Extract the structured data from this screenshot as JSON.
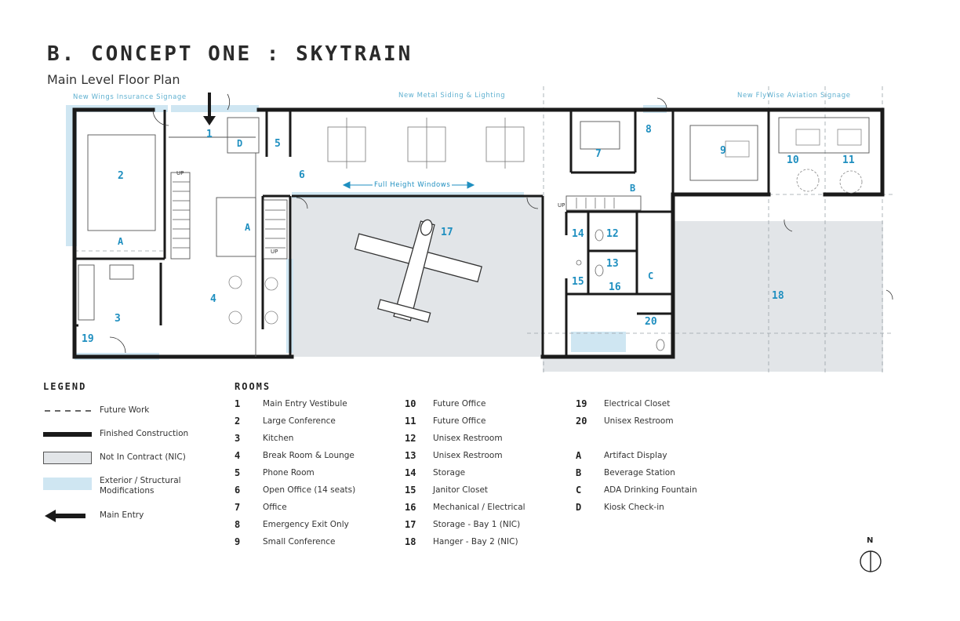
{
  "header": {
    "title": "B. CONCEPT ONE : SKYTRAIN",
    "subtitle": "Main Level Floor Plan"
  },
  "plan": {
    "callouts": {
      "signage_left": "New Wings Insurance Signage",
      "siding": "New Metal Siding & Lighting",
      "signage_right": "New FlyWise Aviation Signage",
      "windows": "Full Height Windows"
    },
    "labels": {
      "r1": "1",
      "r2": "2",
      "r3": "3",
      "r4": "4",
      "r5": "5",
      "r6": "6",
      "r7": "7",
      "r8": "8",
      "r9": "9",
      "r10": "10",
      "r11": "11",
      "r12": "12",
      "r13": "13",
      "r14": "14",
      "r15": "15",
      "r16": "16",
      "r17": "17",
      "r18": "18",
      "r19": "19",
      "r20": "20",
      "A1": "A",
      "A2": "A",
      "B": "B",
      "C": "C",
      "D": "D",
      "up": "UP"
    }
  },
  "legend": {
    "heading": "LEGEND",
    "items": [
      {
        "label": "Future Work"
      },
      {
        "label": "Finished Construction"
      },
      {
        "label": "Not In Contract (NIC)"
      },
      {
        "label": "Exterior / Structural Modifications"
      },
      {
        "label": "Main Entry"
      }
    ]
  },
  "rooms": {
    "heading": "ROOMS",
    "col1": [
      {
        "key": "1",
        "name": "Main Entry Vestibule"
      },
      {
        "key": "2",
        "name": "Large Conference"
      },
      {
        "key": "3",
        "name": "Kitchen"
      },
      {
        "key": "4",
        "name": "Break Room & Lounge"
      },
      {
        "key": "5",
        "name": "Phone Room"
      },
      {
        "key": "6",
        "name": "Open Office (14 seats)"
      },
      {
        "key": "7",
        "name": "Office"
      },
      {
        "key": "8",
        "name": "Emergency Exit Only"
      },
      {
        "key": "9",
        "name": "Small Conference"
      }
    ],
    "col2": [
      {
        "key": "10",
        "name": "Future Office"
      },
      {
        "key": "11",
        "name": "Future Office"
      },
      {
        "key": "12",
        "name": "Unisex Restroom"
      },
      {
        "key": "13",
        "name": "Unisex Restroom"
      },
      {
        "key": "14",
        "name": "Storage"
      },
      {
        "key": "15",
        "name": "Janitor Closet"
      },
      {
        "key": "16",
        "name": "Mechanical / Electrical"
      },
      {
        "key": "17",
        "name": "Storage - Bay 1 (NIC)"
      },
      {
        "key": "18",
        "name": "Hanger - Bay 2 (NIC)"
      }
    ],
    "col3": [
      {
        "key": "19",
        "name": "Electrical Closet"
      },
      {
        "key": "20",
        "name": "Unisex Restroom"
      }
    ],
    "col3_letters": [
      {
        "key": "A",
        "name": "Artifact Display"
      },
      {
        "key": "B",
        "name": "Beverage Station"
      },
      {
        "key": "C",
        "name": "ADA Drinking Fountain"
      },
      {
        "key": "D",
        "name": "Kiosk Check-in"
      }
    ]
  },
  "north": {
    "label": "N"
  },
  "colors": {
    "accent": "#1f8fc0",
    "structural": "#cfe6f2",
    "nic": "#e2e5e8",
    "wall": "#1a1a1a"
  }
}
